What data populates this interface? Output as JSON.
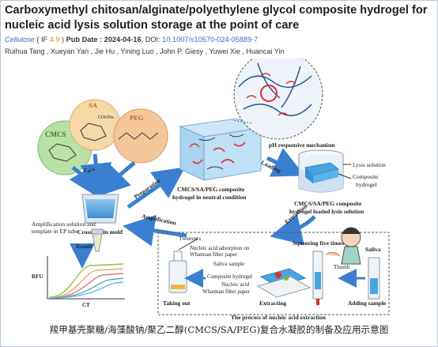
{
  "paper": {
    "title": "Carboxymethyl chitosan/alginate/polyethylene glycol composite hydrogel for nucleic acid lysis solution storage at the point of care",
    "journal": "Cellulose",
    "if_prefix": "( IF ",
    "if_value": "4.9",
    "if_suffix": " )",
    "pub_date": "Pub Date : 2024-04-16",
    "doi_prefix": ", DOI: ",
    "doi": "10.1007/s10570-024-05889-7",
    "authors": "Ruihua Tang , Xueyan Yan , Jie Hu , Yining Luo , John P. Giesy , Yuwei Xie , Huancai Yin"
  },
  "figure": {
    "molecules": {
      "cmcs": "CMCS",
      "sa": "SA",
      "peg": "PEG",
      "sa_group": "COONa",
      "ca": "Ca²⁺"
    },
    "labels": {
      "crosslink": "Crosslink in mold",
      "preparation": "Preparation",
      "hydrogel_neutral_1": "CMCS/SA/PEG composite",
      "hydrogel_neutral_2": "hydrogel in neutral condition",
      "ph_mechanism": "pH responsive mechanism",
      "loading": "Loading",
      "lysis_solution": "Lysis solution",
      "composite_1": "Composite",
      "composite_2": "hydrogel",
      "loaded_1": "CMCS/SA/PEG composite",
      "loaded_2": "hydrogel loaded lysis solution",
      "extraction": "Extraction",
      "amplification": "Amplification",
      "amp_solution_1": "Amplification solution and",
      "amp_solution_2": "template in EP tube",
      "result": "Result",
      "rfu": "RFU",
      "ct": "CT",
      "tweezers": "Tweezers",
      "adsorption_1": "Nucleic acid adsorption on",
      "adsorption_2": "Whatman filter paper",
      "saliva_sample": "Saliva sample",
      "composite_hydrogel": "Composite hydrogel",
      "nucleic_acid": "Nucleic acid",
      "whatman": "Whatman filter paper",
      "squeezing": "Squeezing five times",
      "saliva": "Saliva",
      "thumb": "Thumb",
      "taking_out": "Taking out",
      "extracting": "Extracting",
      "adding_sample": "Adding sample",
      "process": "The process of nucleic acid extraction"
    }
  },
  "caption": "羧甲基壳聚糖/海藻酸钠/聚乙二醇(CMCS/SA/PEG)复合水凝胶的制备及应用示意图",
  "colors": {
    "link": "#3a6bc4",
    "if": "#e58a18",
    "arrow": "#3b7fd0",
    "gel": "#5aa7e0"
  }
}
